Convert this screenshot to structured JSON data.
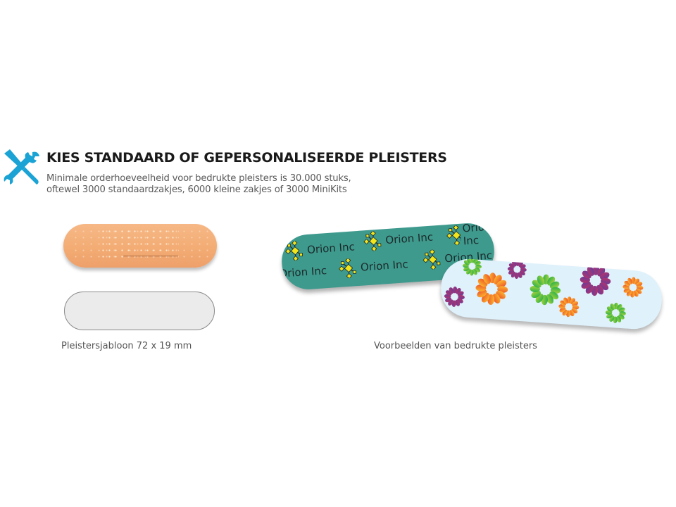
{
  "header": {
    "icon": "wrench-screwdriver-icon",
    "icon_color": "#1aa3d4",
    "title": "KIES STANDAARD OF GEPERSONALISEERDE PLEISTERS",
    "subtitle_line1": "Minimale orderhoeveelheid voor bedrukte pleisters is 30.000 stuks,",
    "subtitle_line2": "oftewel 3000 standaardzakjes, 6000 kleine zakjes of 3000 MiniKits"
  },
  "left": {
    "skin_bandage_color": "#f3ac74",
    "template_bandage_color": "#ebebeb",
    "caption": "Pleistersjabloon 72 x 19 mm"
  },
  "right": {
    "printed_bandage_1": {
      "background": "#3f9a8e",
      "logo_text": "Orion Inc",
      "logo_color": "#f2e51c"
    },
    "printed_bandage_2": {
      "background": "#dff1fb",
      "pattern": "flowers"
    },
    "caption": "Voorbeelden van bedrukte pleisters"
  }
}
